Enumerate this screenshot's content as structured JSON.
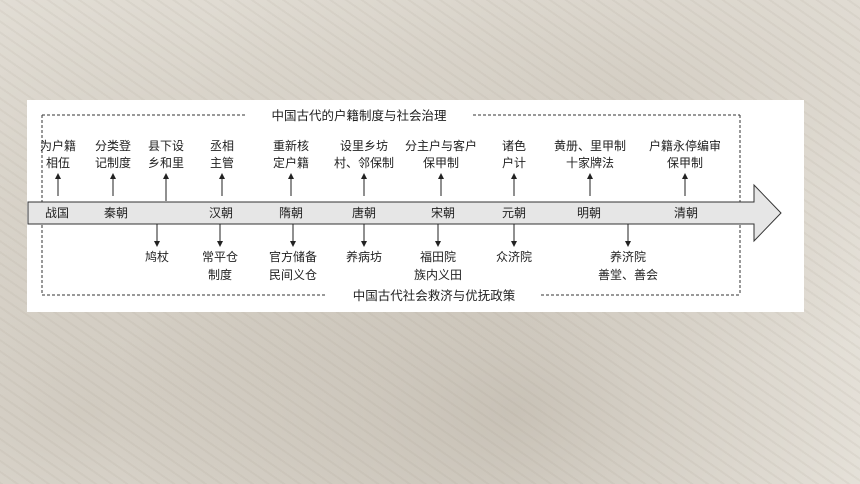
{
  "diagram": {
    "top_title": "中国古代的户籍制度与社会治理",
    "bottom_title": "中国古代社会救济与优抚政策",
    "dynasties": [
      "战国",
      "秦朝",
      "汉朝",
      "隋朝",
      "唐朝",
      "宋朝",
      "元朝",
      "明朝",
      "清朝"
    ],
    "top_labels": [
      [
        "为户籍",
        "相伍"
      ],
      [
        "分类登",
        "记制度"
      ],
      [
        "县下设",
        "乡和里"
      ],
      [
        "丞相",
        "主管"
      ],
      [
        "重新核",
        "定户籍"
      ],
      [
        "设里乡坊",
        "村、邻保制"
      ],
      [
        "分主户与客户",
        "保甲制"
      ],
      [
        "诸色",
        "户计"
      ],
      [
        "黄册、里甲制",
        "十家牌法"
      ],
      [
        "户籍永停编审",
        "保甲制"
      ]
    ],
    "bottom_labels": [
      [
        "鸠杖"
      ],
      [
        "常平仓",
        "制度"
      ],
      [
        "官方储备",
        "民间义仓"
      ],
      [
        "养病坊"
      ],
      [
        "福田院",
        "族内义田"
      ],
      [
        "众济院"
      ],
      [
        "养济院",
        "善堂、善会"
      ]
    ]
  }
}
